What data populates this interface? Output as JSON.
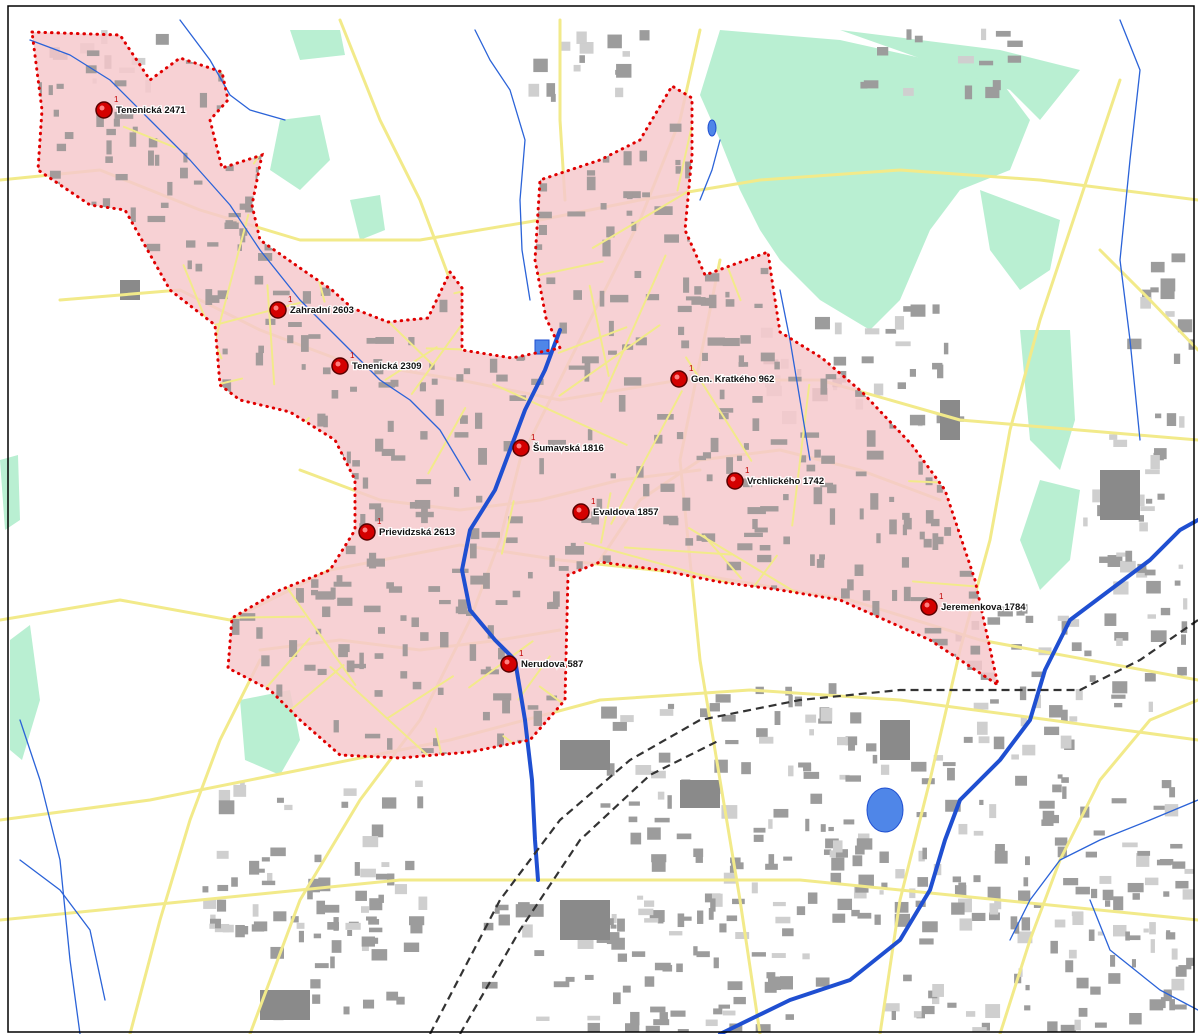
{
  "colors": {
    "background": "#ffffff",
    "frame": "#000000",
    "forest": "#b9efd2",
    "building": "#a39b9b",
    "building_outside": "#9c9c9c",
    "road": "#f2ea8a",
    "river": "#1f4fd1",
    "stream": "#2b63d8",
    "area_fill": "#f6c9cc",
    "area_border": "#e00000",
    "marker": "#d40000",
    "railway": "#333333"
  },
  "icons": {
    "marker": "red-circle-marker"
  },
  "points": [
    {
      "label": "Tenenická 2471",
      "index": "1"
    },
    {
      "label": "Zahradní 2603",
      "index": "1"
    },
    {
      "label": "Tenenická 2309",
      "index": "1"
    },
    {
      "label": "Šumavská 1816",
      "index": "1"
    },
    {
      "label": "Gen. Kratkého 962",
      "index": "1"
    },
    {
      "label": "Vrchlického 1742",
      "index": "1"
    },
    {
      "label": "Evaldova 1857",
      "index": "1"
    },
    {
      "label": "Prievidzská 2613",
      "index": "1"
    },
    {
      "label": "Jeremenkova 1784",
      "index": "1"
    },
    {
      "label": "Nerudova 587",
      "index": "1"
    }
  ]
}
